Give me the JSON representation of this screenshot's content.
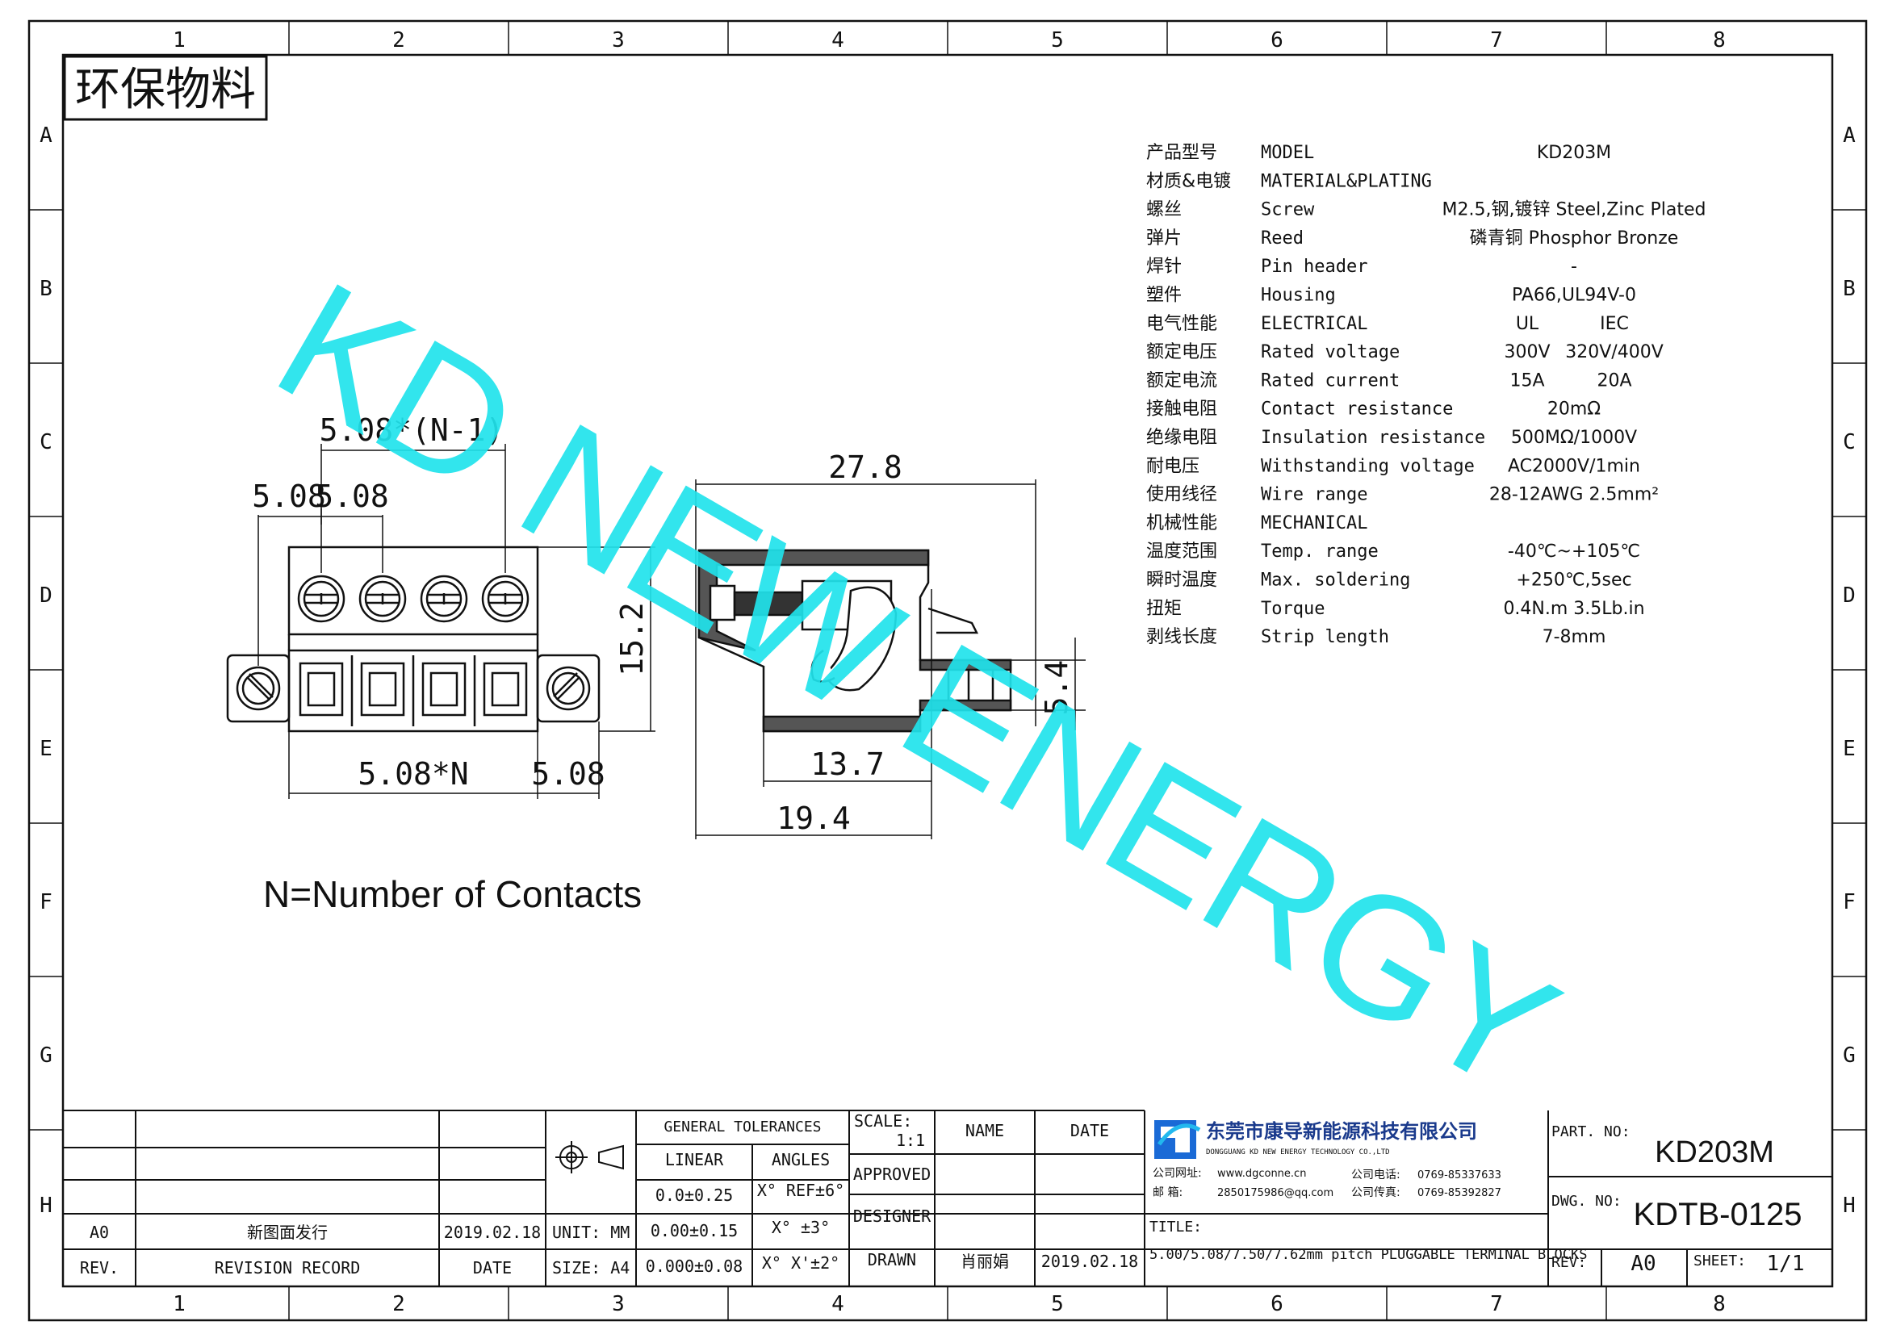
{
  "border": {
    "columns": [
      "1",
      "2",
      "3",
      "4",
      "5",
      "6",
      "7",
      "8"
    ],
    "rows": [
      "A",
      "B",
      "C",
      "D",
      "E",
      "F",
      "G",
      "H"
    ]
  },
  "stamp": "环保物料",
  "watermark": "KD NEW ENERGY",
  "front_view": {
    "dim_pitch_n1": "5.08*(N-1)",
    "dim_left_a": "5.08",
    "dim_left_b": "5.08",
    "dim_height": "15.2",
    "dim_body": "5.08*N",
    "dim_flange": "5.08",
    "note": "N=Number of Contacts"
  },
  "side_view": {
    "dim_length": "27.8",
    "dim_pin": "5.4",
    "dim_inner": "13.7",
    "dim_total": "19.4"
  },
  "specs": [
    {
      "cn": "产品型号",
      "en": "MODEL",
      "v1": "KD203M",
      "v2": ""
    },
    {
      "cn": "材质&电镀",
      "en": "MATERIAL&PLATING",
      "v1": "",
      "v2": ""
    },
    {
      "cn": "螺丝",
      "en": "Screw",
      "v1": "M2.5,钢,镀锌 Steel,Zinc Plated",
      "v2": ""
    },
    {
      "cn": "弹片",
      "en": "Reed",
      "v1": "磷青铜 Phosphor Bronze",
      "v2": ""
    },
    {
      "cn": "焊针",
      "en": "Pin header",
      "v1": "-",
      "v2": ""
    },
    {
      "cn": "塑件",
      "en": "Housing",
      "v1": "PA66,UL94V-0",
      "v2": ""
    },
    {
      "cn": "电气性能",
      "en": "ELECTRICAL",
      "v1": "UL",
      "v2": "IEC"
    },
    {
      "cn": "额定电压",
      "en": "Rated voltage",
      "v1": "300V",
      "v2": "320V/400V"
    },
    {
      "cn": "额定电流",
      "en": "Rated current",
      "v1": "15A",
      "v2": "20A"
    },
    {
      "cn": "接触电阻",
      "en": "Contact resistance",
      "v1": "20mΩ",
      "v2": ""
    },
    {
      "cn": "绝缘电阻",
      "en": "Insulation resistance",
      "v1": "500MΩ/1000V",
      "v2": ""
    },
    {
      "cn": "耐电压",
      "en": "Withstanding voltage",
      "v1": "AC2000V/1min",
      "v2": ""
    },
    {
      "cn": "使用线径",
      "en": "Wire range",
      "v1": "28-12AWG 2.5mm²",
      "v2": ""
    },
    {
      "cn": "机械性能",
      "en": "MECHANICAL",
      "v1": "",
      "v2": ""
    },
    {
      "cn": "温度范围",
      "en": "Temp. range",
      "v1": "-40℃~+105℃",
      "v2": ""
    },
    {
      "cn": "瞬时温度",
      "en": "Max. soldering",
      "v1": "+250℃,5sec",
      "v2": ""
    },
    {
      "cn": "扭矩",
      "en": "Torque",
      "v1": "0.4N.m 3.5Lb.in",
      "v2": ""
    },
    {
      "cn": "剥线长度",
      "en": "Strip length",
      "v1": "7-8mm",
      "v2": ""
    }
  ],
  "title_block": {
    "rev_label": "REV.",
    "revision_record": "REVISION RECORD",
    "date_label": "DATE",
    "rev_value": "A0",
    "rev_note": "新图面发行",
    "rev_date": "2019.02.18",
    "unit": "UNIT: MM",
    "size": "SIZE: A4",
    "general_tolerances": "GENERAL TOLERANCES",
    "linear": "LINEAR",
    "angles": "ANGLES",
    "tol1": "0.0±0.25",
    "tol2": "0.00±0.15",
    "tol3": "0.000±0.08",
    "ang1": "X° REF±6°",
    "ang2": "X° ±3°",
    "ang3": "X° X'±2°",
    "scale_label": "SCALE:",
    "scale_value": "1:1",
    "name_label": "NAME",
    "date_col": "DATE",
    "approved": "APPROVED",
    "designer": "DESIGNER",
    "drawn": "DRAWN",
    "drawn_name": "肖丽娟",
    "drawn_date": "2019.02.18",
    "company_cn": "东莞市康导新能源科技有限公司",
    "company_en": "DONGGUANG KD NEW ENERGY TECHNOLOGY CO.,LTD",
    "web_label": "公司网址:",
    "web": "www.dgconne.cn",
    "tel_label": "公司电话:",
    "tel": "0769-85337633",
    "mail_label": "邮    箱:",
    "mail": "2850175986@qq.com",
    "fax_label": "公司传真:",
    "fax": "0769-85392827",
    "title_label": "TITLE:",
    "title": "5.00/5.08/7.50/7.62mm pitch PLUGGABLE TERMINAL BLOCKS",
    "part_no_label": "PART. NO:",
    "part_no": "KD203M",
    "dwg_no_label": "DWG. NO:",
    "dwg_no": "KDTB-0125",
    "rev2_label": "REV:",
    "rev2": "A0",
    "sheet_label": "SHEET:",
    "sheet": "1/1"
  }
}
